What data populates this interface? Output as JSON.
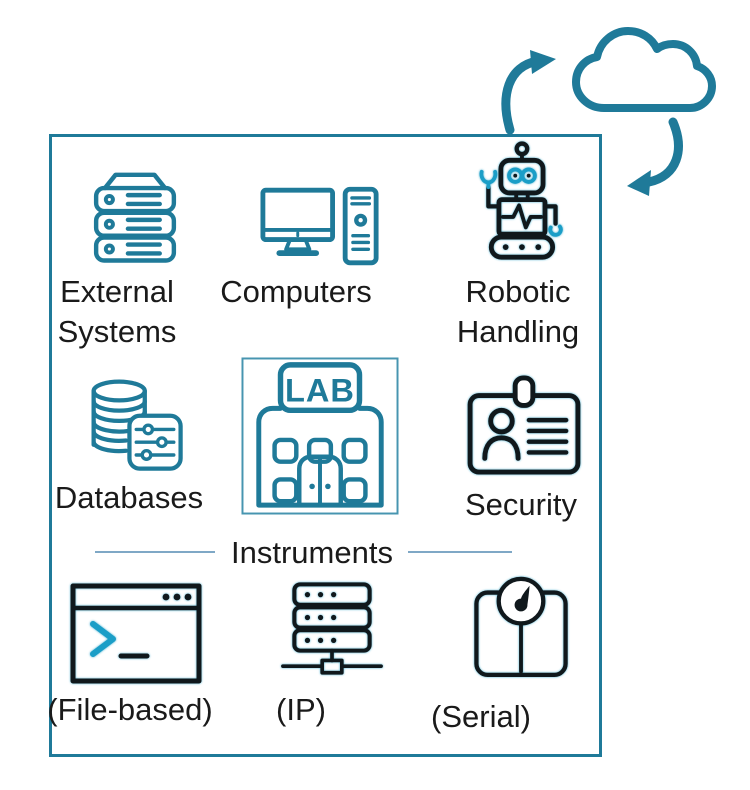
{
  "colors": {
    "teal": "#1f7a99",
    "dark": "#10181c",
    "accent_teal": "#1b9ec7",
    "text": "#1a1a1a",
    "divider_line": "#7fa8c6",
    "lab_frame": "#4795b0",
    "background": "#ffffff"
  },
  "cloud": {
    "icon": "cloud-icon"
  },
  "arrows": {
    "up": "curved-arrow-up-icon",
    "down": "curved-arrow-down-icon"
  },
  "items": {
    "external_systems": {
      "label": "External\nSystems",
      "icon": "server-stack-icon"
    },
    "computers": {
      "label": "Computers",
      "icon": "desktop-computer-icon"
    },
    "robotic_handling": {
      "label": "Robotic\nHandling",
      "icon": "robot-icon"
    },
    "databases": {
      "label": "Databases",
      "icon": "database-settings-icon"
    },
    "lab_building": {
      "sign_text": "LAB",
      "icon": "lab-building-icon"
    },
    "security": {
      "label": "Security",
      "icon": "id-badge-icon"
    },
    "instruments": {
      "label": "Instruments"
    },
    "file_based": {
      "label": "(File-based)",
      "icon": "terminal-window-icon"
    },
    "ip": {
      "label": "(IP)",
      "icon": "network-server-icon"
    },
    "serial": {
      "label": "(Serial)",
      "icon": "weighing-scale-icon"
    }
  }
}
